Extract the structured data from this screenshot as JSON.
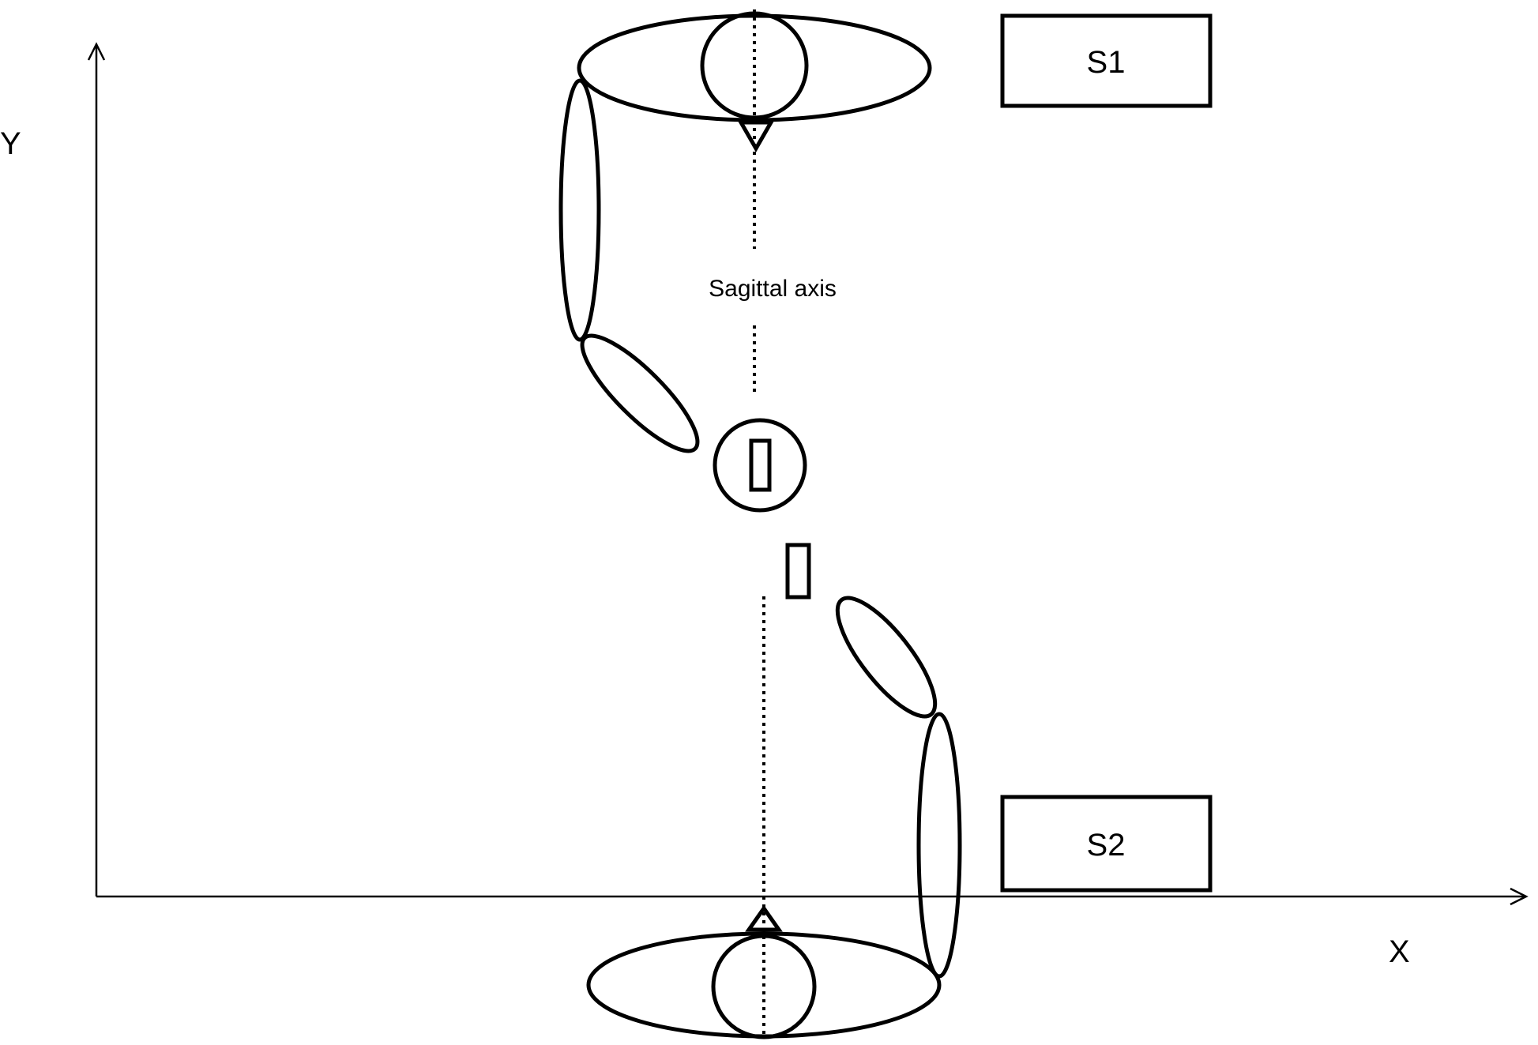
{
  "axes": {
    "x_label": "X",
    "y_label": "Y"
  },
  "labels": {
    "sagittal_axis": "Sagittal axis",
    "box_top": "S1",
    "box_bottom": "S2"
  },
  "colors": {
    "stroke": "#000000",
    "background": "#ffffff"
  }
}
